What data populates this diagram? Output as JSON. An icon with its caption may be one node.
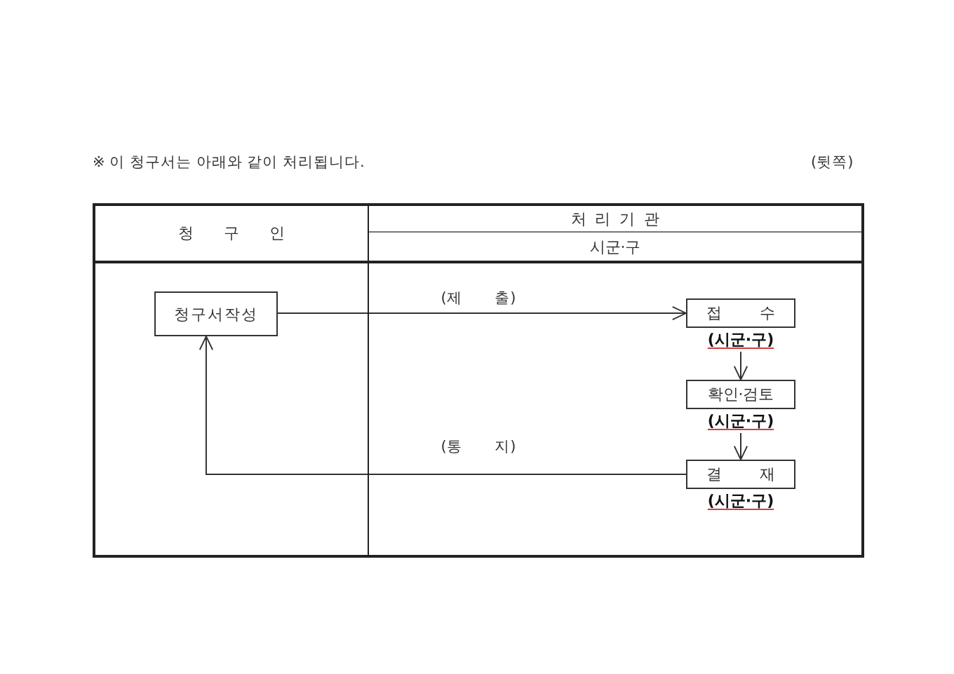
{
  "diagram": {
    "nodes": [
      {
        "text": [
          "청 구 인"
        ]
      },
      {
        "text": [
          "청구서작성"
        ],
        "in": 0
      },
      {
        "text": [
          "처 리 기 관",
          "시군·구"
        ]
      },
      {
        "text": [
          "접 수"
        ],
        "in": 2,
        "beside": [
          "(시군·구)"
        ]
      },
      {
        "text": [
          "확인·검토"
        ],
        "in": 2,
        "beside": [
          "(시군·구)"
        ]
      },
      {
        "text": [
          "결 재"
        ],
        "in": 2,
        "beside": [
          "(시군·구)"
        ]
      }
    ],
    "edges": [
      {
        "from": 1,
        "to": 3,
        "arrow": "to",
        "label": "(제 출)"
      },
      {
        "from": 3,
        "to": 4,
        "arrow": "to"
      },
      {
        "from": 4,
        "to": 5,
        "arrow": "to"
      },
      {
        "from": 5,
        "to": 1,
        "arrow": "to",
        "label": "(통 지)"
      }
    ],
    "labels": [
      "※ 이 청구서는 아래와 같이 처리됩니다.",
      "(뒷쪽)"
    ]
  }
}
